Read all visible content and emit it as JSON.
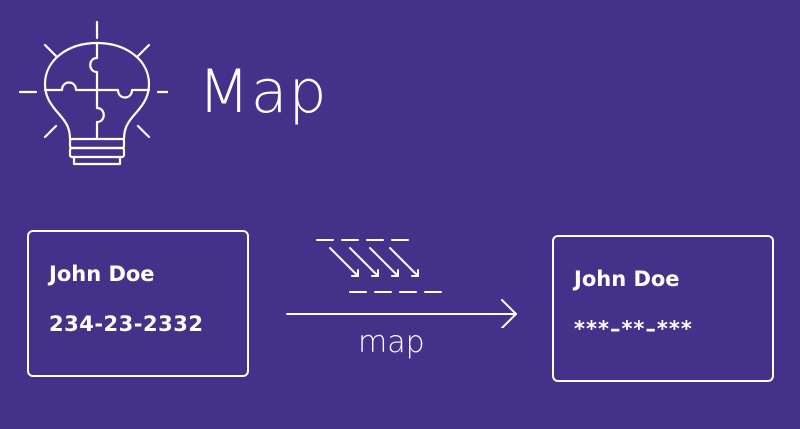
{
  "title": "Map",
  "icon": "lightbulb-puzzle-icon",
  "colors": {
    "background": "#44328a",
    "foreground": "#ffffff"
  },
  "source_card": {
    "name": "John Doe",
    "ssn": "234-23-2332"
  },
  "target_card": {
    "name": "John Doe",
    "ssn": "***–**–***"
  },
  "arrow": {
    "label": "map",
    "icon": "diagonal-mapping-arrows-icon"
  }
}
